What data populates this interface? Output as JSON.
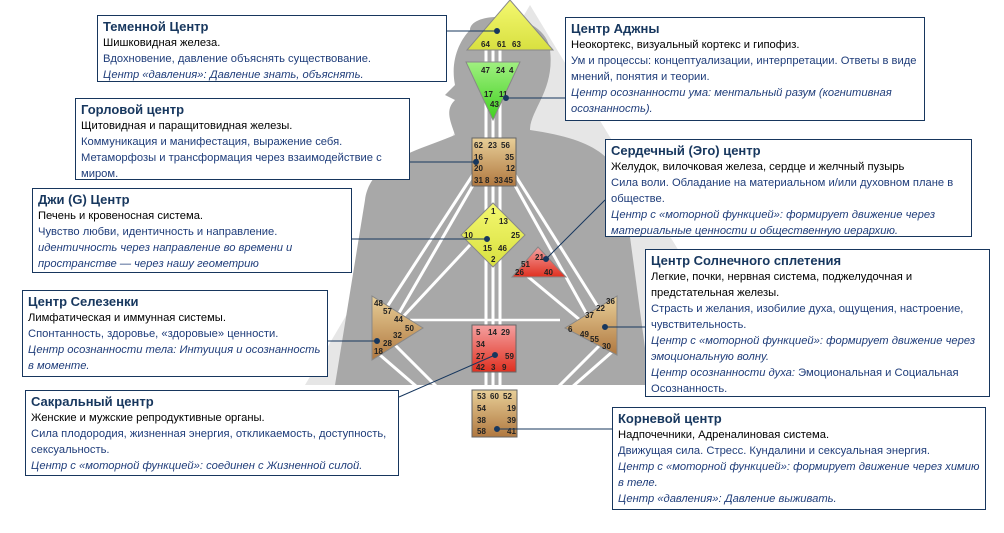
{
  "centers": {
    "crown": {
      "title": "Теменной Центр",
      "organ": "Шишковидная железа.",
      "theme": "Вдохновение, давление объяснять существование.",
      "type_label": "Центр «давления»:",
      "type_text": " Давление знать, объяснять.",
      "gates": [
        "64",
        "61",
        "63"
      ]
    },
    "ajna": {
      "title": "Центр Аджны",
      "organ": "Неокортекс, визуальный кортекс и гипофиз.",
      "theme": "Ум и процессы: концептуализации, интерпретации. Ответы в виде мнений, понятия и теории.",
      "type_label": "Центр осознанности ума: ментальный разум (когнитивная осознанность).",
      "gates": [
        "47",
        "24",
        "4",
        "17",
        "11",
        "43"
      ]
    },
    "throat": {
      "title": "Горловой центр",
      "organ": "Щитовидная и паращитовидная железы.",
      "theme": "Коммуникация и манифестация, выражение себя.",
      "theme2": "Метаморфозы и трансформация через взаимодействие с миром.",
      "gates": [
        "62",
        "23",
        "56",
        "16",
        "35",
        "20",
        "12",
        "31",
        "8",
        "33",
        "45"
      ]
    },
    "heart": {
      "title": "Сердечный (Эго) центр",
      "organ": "Желудок, вилочковая железа, сердце и желчный пузырь",
      "theme": "Сила воли. Обладание на материальном и/или духовном плане в обществе.",
      "type_label": "Центр с «моторной функцией»: формирует движение через материальные ценности и общественную иерархию.",
      "gates": [
        "21",
        "51",
        "26",
        "40"
      ]
    },
    "g": {
      "title": "Джи (G) Центр",
      "organ": "Печень и кровеносная система.",
      "theme": "Чувство любви, идентичность и направление.",
      "type_label": "идентичность через направление во времени и пространстве — через нашу геометрию",
      "gates": [
        "1",
        "7",
        "13",
        "10",
        "25",
        "15",
        "46",
        "2"
      ]
    },
    "solar": {
      "title": "Центр Солнечного сплетения",
      "organ": "Легкие, почки, нервная система, поджелудочная и предстательная железы.",
      "theme": "Страсть и желания, изобилие духа, ощущения, настроение, чувствительность.",
      "type_label": "Центр с «моторной функцией»: формирует движение через эмоциональную волну.",
      "type2_label": "Центр осознанности духа:",
      "type2_text": " Эмоциональная и Социальная Осознанность.",
      "gates": [
        "36",
        "22",
        "37",
        "6",
        "49",
        "55",
        "30"
      ]
    },
    "spleen": {
      "title": "Центр Селезенки",
      "organ": "Лимфатическая и иммунная системы.",
      "theme": "Спонтанность, здоровье, «здоровые» ценности.",
      "type_label": "Центр осознанности тела: Интуиция и осознанность в моменте.",
      "gates": [
        "48",
        "57",
        "44",
        "50",
        "32",
        "28",
        "18"
      ]
    },
    "sacral": {
      "title": "Сакральный центр",
      "organ": "Женские и мужские репродуктивные органы.",
      "theme": "Сила плодородия, жизненная энергия, откликаемость, доступность, сексуальность.",
      "type_label": "Центр с «моторной функцией»: соединен с Жизненной силой.",
      "gates": [
        "5",
        "14",
        "29",
        "34",
        "27",
        "59",
        "42",
        "3",
        "9"
      ]
    },
    "root": {
      "title": "Корневой центр",
      "organ": "Надпочечники, Адреналиновая система.",
      "theme": "Движущая сила. Стресс. Кундалини и сексуальная энергия.",
      "type_label": "Центр с «моторной функцией»: формирует движение через химию в теле.",
      "type2_label": "Центр «давления»:",
      "type2_text": " Давление выживать.",
      "gates": [
        "53",
        "60",
        "52",
        "54",
        "19",
        "38",
        "39",
        "58",
        "41"
      ]
    }
  },
  "colors": {
    "yellow": "#e8f060",
    "green": "#60e040",
    "brown": "#c89a58",
    "red": "#e84a3a",
    "navy": "#17375e"
  }
}
